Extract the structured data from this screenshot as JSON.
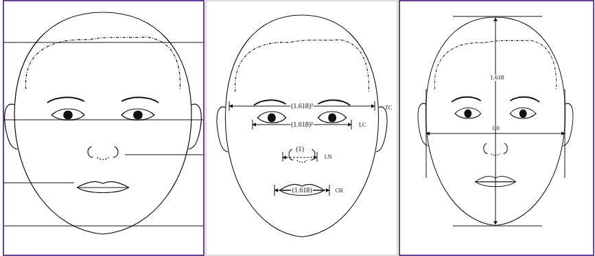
{
  "diagram": {
    "labels": [
      "(1.618)³",
      "TC",
      "(1.618)²",
      "LC",
      "(1)",
      "LN",
      "(1.618)",
      "CH",
      "1.618",
      "1.0"
    ]
  }
}
